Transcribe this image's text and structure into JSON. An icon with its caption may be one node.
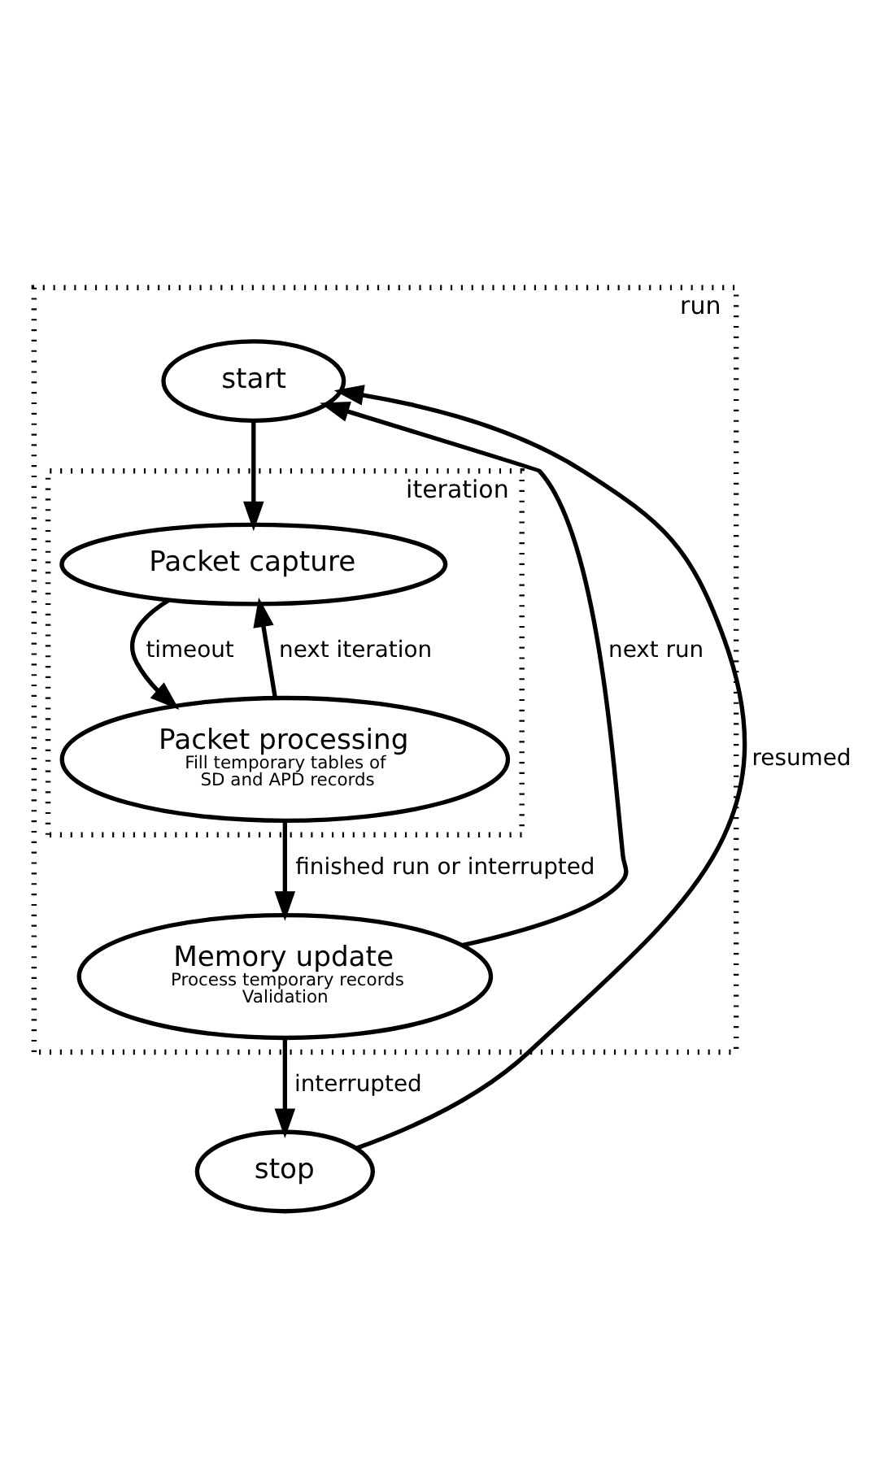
{
  "diagram": {
    "nodes": [
      {
        "text": [
          "run"
        ]
      },
      {
        "text": [
          "start"
        ],
        "in": 0
      },
      {
        "text": [
          "iteration"
        ],
        "in": 0
      },
      {
        "text": [
          "Packet capture"
        ],
        "in": 2
      },
      {
        "text": [
          "Packet processing",
          "Fill temporary tables of SD and APD records"
        ],
        "in": 2
      },
      {
        "text": [
          "Memory update",
          "Process temporary records",
          "Validation"
        ],
        "in": 0
      },
      {
        "text": [
          "stop"
        ]
      }
    ],
    "edges": [
      {
        "from": 1,
        "to": 3,
        "arrow": "to"
      },
      {
        "from": 3,
        "to": 4,
        "arrow": "to",
        "label": "timeout"
      },
      {
        "from": 4,
        "to": 3,
        "arrow": "to",
        "label": "next iteration"
      },
      {
        "from": 4,
        "to": 5,
        "arrow": "to",
        "label": "finished run or interrupted"
      },
      {
        "from": 5,
        "to": 1,
        "arrow": "to",
        "label": "next run"
      },
      {
        "from": 5,
        "to": 6,
        "arrow": "to",
        "label": "interrupted"
      },
      {
        "from": 6,
        "to": 1,
        "arrow": "to",
        "label": "resumed"
      }
    ]
  }
}
